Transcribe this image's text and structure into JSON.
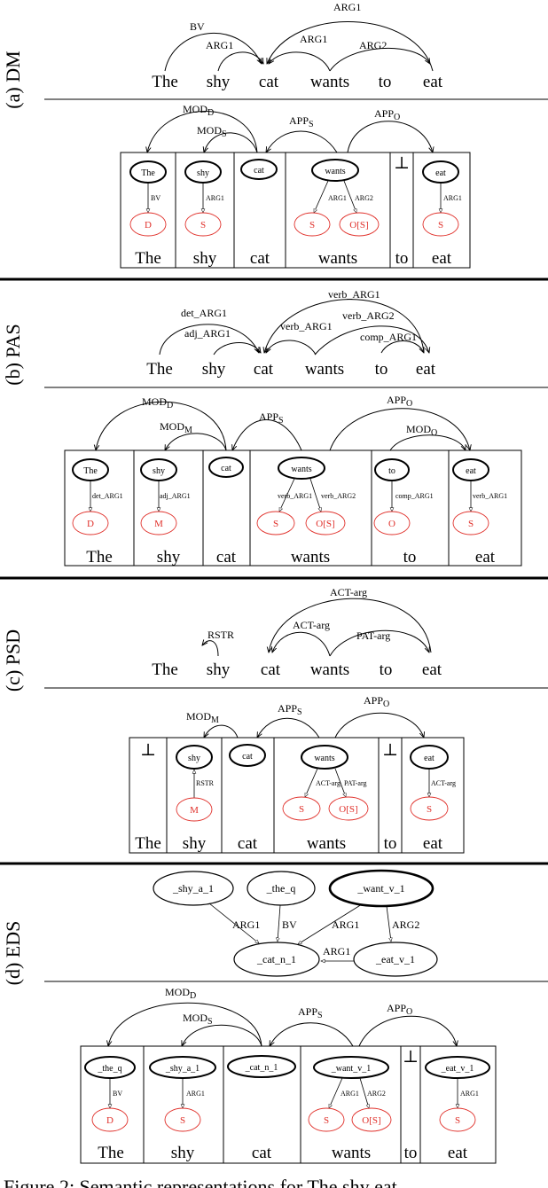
{
  "dm": {
    "label": "(a) DM",
    "words": [
      "The",
      "shy",
      "cat",
      "wants",
      "to",
      "eat"
    ],
    "arcs": [
      "BV",
      "ARG1",
      "ARG1",
      "ARG2",
      "ARG1"
    ],
    "ops": [
      "MOD",
      "D",
      "MOD",
      "S",
      "APP",
      "S",
      "APP",
      "O"
    ],
    "cells": [
      "The",
      "shy",
      "cat",
      "wants",
      "to",
      "eat"
    ],
    "heads": [
      "The",
      "shy",
      "cat",
      "wants",
      "eat"
    ],
    "edges": [
      "BV",
      "ARG1",
      "ARG1",
      "ARG2",
      "ARG1"
    ],
    "sources": [
      "D",
      "S",
      "S",
      "O[S]",
      "S"
    ],
    "bottom": "⊥"
  },
  "pas": {
    "label": "(b) PAS",
    "words": [
      "The",
      "shy",
      "cat",
      "wants",
      "to",
      "eat"
    ],
    "arcs": [
      "det_ARG1",
      "adj_ARG1",
      "verb_ARG1",
      "verb_ARG2",
      "verb_ARG1",
      "comp_ARG1"
    ],
    "ops": [
      "MOD",
      "D",
      "MOD",
      "M",
      "APP",
      "S",
      "APP",
      "O",
      "MOD",
      "O"
    ],
    "cells": [
      "The",
      "shy",
      "cat",
      "wants",
      "to",
      "eat"
    ],
    "heads": [
      "The",
      "shy",
      "cat",
      "wants",
      "to",
      "eat"
    ],
    "edges": [
      "det_ARG1",
      "adj_ARG1",
      "verb_ARG1",
      "verb_ARG2",
      "comp_ARG1",
      "verb_ARG1"
    ],
    "sources": [
      "D",
      "M",
      "S",
      "O[S]",
      "O",
      "S"
    ]
  },
  "psd": {
    "label": "(c) PSD",
    "words": [
      "The",
      "shy",
      "cat",
      "wants",
      "to",
      "eat"
    ],
    "arcs": [
      "RSTR",
      "ACT-arg",
      "ACT-arg",
      "PAT-arg"
    ],
    "ops": [
      "MOD",
      "M",
      "APP",
      "S",
      "APP",
      "O"
    ],
    "cells": [
      "The",
      "shy",
      "cat",
      "wants",
      "to",
      "eat"
    ],
    "heads": [
      "shy",
      "cat",
      "wants",
      "eat"
    ],
    "edges": [
      "RSTR",
      "ACT-arg",
      "PAT-arg",
      "ACT-arg"
    ],
    "sources": [
      "M",
      "S",
      "O[S]",
      "S"
    ],
    "bottom": "⊥"
  },
  "eds": {
    "label": "(d) EDS",
    "nodes": [
      "_shy_a_1",
      "_the_q",
      "_want_v_1",
      "_cat_n_1",
      "_eat_v_1"
    ],
    "arcs": [
      "ARG1",
      "BV",
      "ARG1",
      "ARG2",
      "ARG1"
    ],
    "ops": [
      "MOD",
      "D",
      "MOD",
      "S",
      "APP",
      "S",
      "APP",
      "O"
    ],
    "cells": [
      "The",
      "shy",
      "cat",
      "wants",
      "to",
      "eat"
    ],
    "heads": [
      "_the_q",
      "_shy_a_1",
      "_cat_n_1",
      "_want_v_1",
      "_eat_v_1"
    ],
    "edges": [
      "BV",
      "ARG1",
      "ARG1",
      "ARG2",
      "ARG1"
    ],
    "sources": [
      "D",
      "S",
      "S",
      "O[S]",
      "S"
    ],
    "bottom": "⊥"
  },
  "caption": "Figure 2:  Semantic representations for The shy eat"
}
